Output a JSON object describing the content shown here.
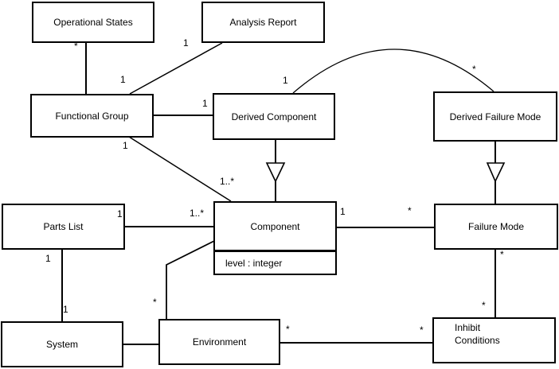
{
  "classes": {
    "operational_states": {
      "name": "Operational States"
    },
    "analysis_report": {
      "name": "Analysis Report"
    },
    "functional_group": {
      "name": "Functional Group"
    },
    "derived_component": {
      "name": "Derived Component"
    },
    "derived_failure_mode": {
      "name": "Derived Failure Mode"
    },
    "parts_list": {
      "name": "Parts List"
    },
    "component": {
      "name": "Component",
      "attribute": "level : integer"
    },
    "failure_mode": {
      "name": "Failure Mode"
    },
    "system": {
      "name": "System"
    },
    "environment": {
      "name": "Environment"
    },
    "inhibit_conditions": {
      "name": "Inhibit Conditions"
    }
  },
  "multiplicities": {
    "os_fg_star": "*",
    "os_fg_one": "1",
    "fg_ar_one": "1",
    "fg_dc_one": "1",
    "dc_dfm_one": "1",
    "dc_dfm_star": "*",
    "fg_comp_one": "1",
    "fg_comp_onestar": "1..*",
    "pl_comp_one": "1",
    "pl_comp_onestar": "1..*",
    "comp_fm_one": "1",
    "comp_fm_star": "*",
    "pl_sys_one_top": "1",
    "pl_sys_one_bottom": "1",
    "env_comp_star": "*",
    "env_ic_star_left": "*",
    "env_ic_star_right": "*",
    "fm_ic_star_top": "*",
    "fm_ic_star_bottom": "*"
  },
  "colors": {
    "line": "#000000",
    "background": "#ffffff"
  }
}
